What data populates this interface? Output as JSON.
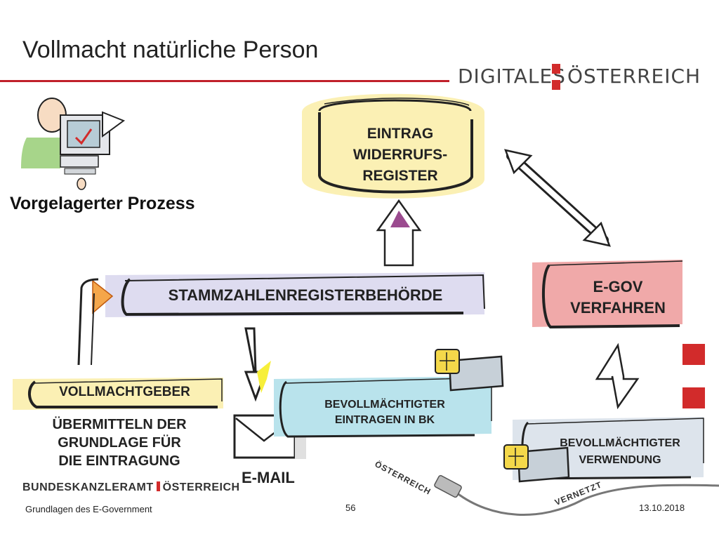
{
  "slide": {
    "title": "Vollmacht natürliche Person",
    "logo_left": "DIGITALES",
    "logo_right": "ÖSTERREICH",
    "accent_color": "#c0202a"
  },
  "diagram": {
    "vorgelagert": "Vorgelagerter Prozess",
    "eintrag": [
      "EINTRAG",
      "WIDERRUFS-",
      "REGISTER"
    ],
    "stammzahlen": "STAMMZAHLENREGISTERBEHÖRDE",
    "egov": [
      "E-GOV",
      "VERFAHREN"
    ],
    "vollmachtgeber": "VOLLMACHTGEBER",
    "uebermitteln": [
      "ÜBERMITTELN DER",
      "GRUNDLAGE FÜR",
      "DIE EINTRAGUNG"
    ],
    "bev_bk": [
      "BEVOLLMÄCHTIGTER",
      "EINTRAGEN IN BK"
    ],
    "bev_verwendung": [
      "BEVOLLMÄCHTIGTER",
      "VERWENDUNG"
    ],
    "email": "E-MAIL",
    "stamp_oesterreich": "ÖSTERREICH",
    "stamp_vernetzt": "VERNETZT",
    "colors": {
      "yellow": "#fbf0b4",
      "lavender": "#dedcf0",
      "pink": "#f0a9a9",
      "cyan": "#b9e3ec",
      "grey_blue": "#dde4ec",
      "red": "#d22b2b"
    }
  },
  "footer": {
    "bka_left": "BUNDESKANZLERAMT",
    "bka_right": "ÖSTERREICH",
    "left": "Grundlagen des E-Government",
    "page": "56",
    "date": "13.10.2018"
  }
}
